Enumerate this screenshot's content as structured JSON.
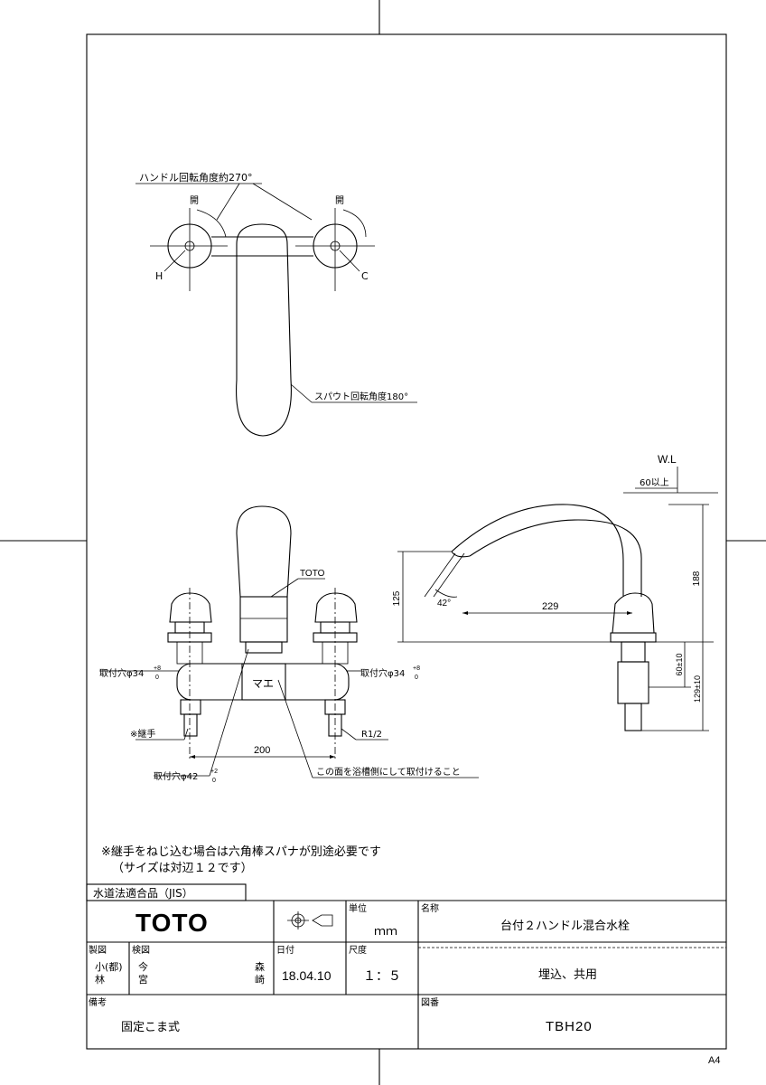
{
  "drawing": {
    "top_view": {
      "handle_rotation": "ハンドル回転角度約270°",
      "open_left": "開",
      "open_right": "開",
      "hot": "H",
      "cold": "C",
      "spout_rotation": "スパウト回転角度180°"
    },
    "front_view": {
      "brand_mark": "TOTO",
      "mount_hole_left": "取付穴φ34",
      "mount_hole_right": "取付穴φ34",
      "tol_plus": "+8",
      "tol_zero": "0",
      "tol_plus_r": "+8",
      "tol_zero_r": "0",
      "joint": "※継手",
      "thread": "R1/2",
      "spacing": "200",
      "mount_hole_bottom": "取付穴φ42",
      "tol2_plus": "+2",
      "tol2_zero": "0",
      "body_mark": "マエ",
      "note_face": "この面を浴槽側にして取付けること"
    },
    "side_view": {
      "wl": "W.L",
      "clearance": "60以上",
      "height_188": "188",
      "height_125": "125",
      "angle": "42°",
      "reach": "229",
      "dim_60": "60±10",
      "dim_129": "129±10"
    },
    "notes": {
      "line1": "※継手をねじ込む場合は六角棒スパナが別途必要です",
      "line2": "（サイズは対辺１２です）"
    }
  },
  "title_block": {
    "certification": "水道法適合品（JIS）",
    "brand": "TOTO",
    "unit_label": "単位",
    "unit_value": "ｍｍ",
    "name_label": "名称",
    "name_value": "台付２ハンドル混合水栓",
    "drawn_label": "製図",
    "drawn_by_1": "小(都)",
    "drawn_by_2": "林",
    "checked_label": "検図",
    "checked_by_1": "今",
    "checked_by_2": "宮",
    "approved_1": "森",
    "approved_2": "崎",
    "date_label": "日付",
    "date_value": "18.04.10",
    "scale_label": "尺度",
    "scale_value": "１：５",
    "type_value": "埋込、共用",
    "remarks_label": "備考",
    "remarks_value": "固定こま式",
    "drawing_no_label": "図番",
    "drawing_no_value": "TBH20",
    "paper_size": "A4"
  }
}
